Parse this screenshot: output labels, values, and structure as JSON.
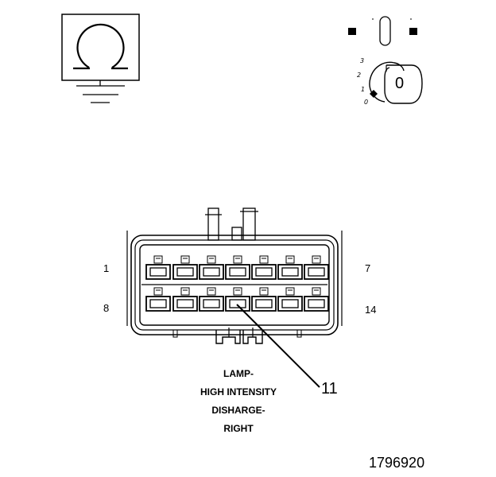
{
  "legend": {
    "resistance_symbol": "Ω",
    "icons": [
      "resistance-meter-icon",
      "ground-icon",
      "ignition-key-icon"
    ]
  },
  "ignition_switch": {
    "positions": [
      "3",
      "2",
      "1",
      "0"
    ],
    "key_label": "0"
  },
  "connector": {
    "pin_labels": {
      "top_left": "1",
      "top_right": "7",
      "bottom_left": "8",
      "bottom_right": "14"
    },
    "callout": {
      "pin_number": "11",
      "description_lines": [
        "LAMP-",
        "HIGH INTENSITY",
        "DISHARGE-",
        "RIGHT"
      ]
    }
  },
  "figure_id": "1796920"
}
